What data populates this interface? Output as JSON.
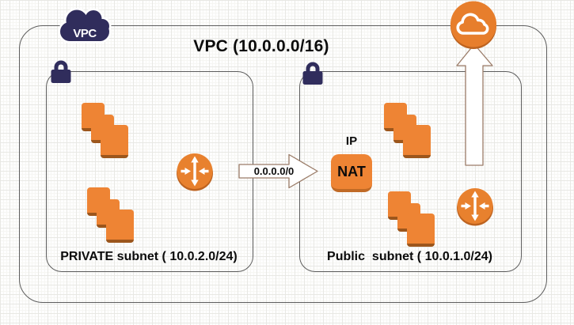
{
  "diagram": {
    "title": "VPC (10.0.0.0/16)",
    "vpc_cloud": {
      "label": "VPC",
      "icon": "vpc-cloud-icon",
      "color": "#302D5C"
    },
    "internet_gateway": {
      "icon": "internet-cloud-icon",
      "color": "#E77E2C"
    },
    "subnets": {
      "private": {
        "label": "PRIVATE subnet ( 10.0.2.0/24)",
        "lock_icon": "lock-icon",
        "instance_groups": 2,
        "router_icon": "router-icon"
      },
      "public": {
        "label": "Public  subnet ( 10.0.1.0/24)",
        "lock_icon": "lock-icon",
        "instance_groups": 2,
        "router_icon": "router-icon"
      }
    },
    "nat": {
      "label": "NAT",
      "ip_label": "IP"
    },
    "route_arrow": {
      "label": "0.0.0.0/0",
      "icon": "right-block-arrow",
      "direction": "private-to-public"
    },
    "internet_arrow": {
      "icon": "up-block-arrow",
      "direction": "public-subnet-to-internet"
    },
    "colors": {
      "orange": "#EE8434",
      "orange_shadow": "#9C561C",
      "igw_orange": "#E77E2C",
      "igw_rim": "#BD6320",
      "navy": "#302D5C",
      "box_border": "#5C5C5C",
      "arrow_outline": "#9A7B67",
      "text": "#0B0B0B"
    }
  }
}
